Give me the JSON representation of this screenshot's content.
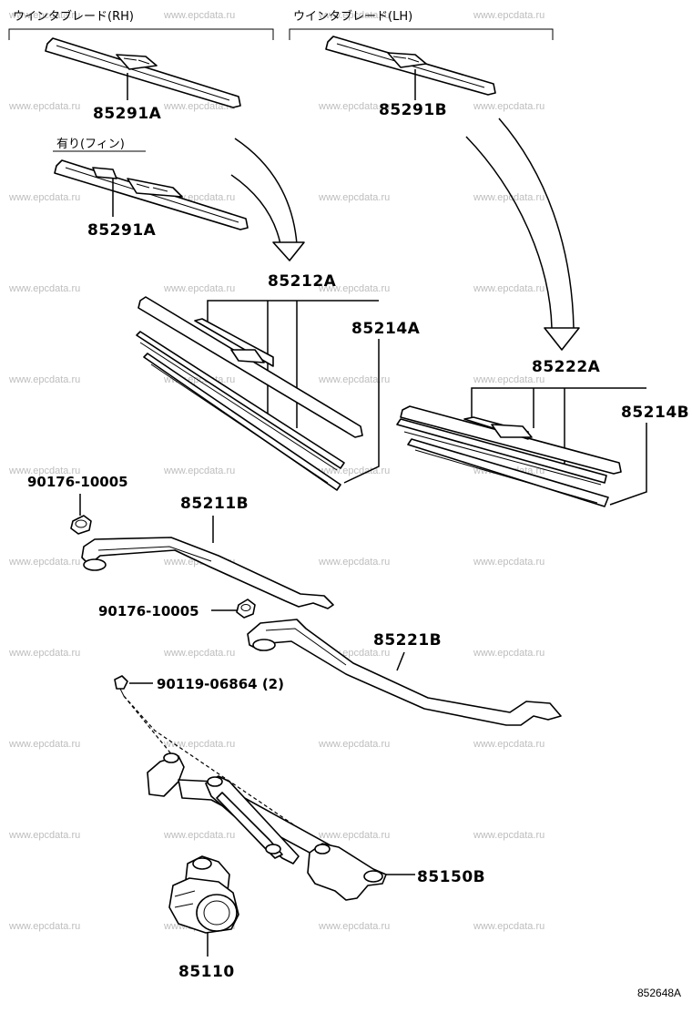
{
  "headers": {
    "rh_blade": "ウインタブレード(RH)",
    "lh_blade": "ウインタブレード(LH)",
    "with_fin": "有り(フィン)"
  },
  "parts": {
    "blade_rh": "85291A",
    "blade_lh": "85291B",
    "blade_rh_fin": "85291A",
    "blade_assy_rh": "85212A",
    "rubber_rh": "85214A",
    "blade_assy_lh": "85222A",
    "rubber_lh": "85214B",
    "nut_1": "90176-10005",
    "arm_rh": "85211B",
    "nut_2": "90176-10005",
    "arm_lh": "85221B",
    "bolt": "90119-06864 (2)",
    "link_assy": "85150B",
    "motor": "85110"
  },
  "watermark": "www.epcdata.ru",
  "diagram_ref": "852648A"
}
